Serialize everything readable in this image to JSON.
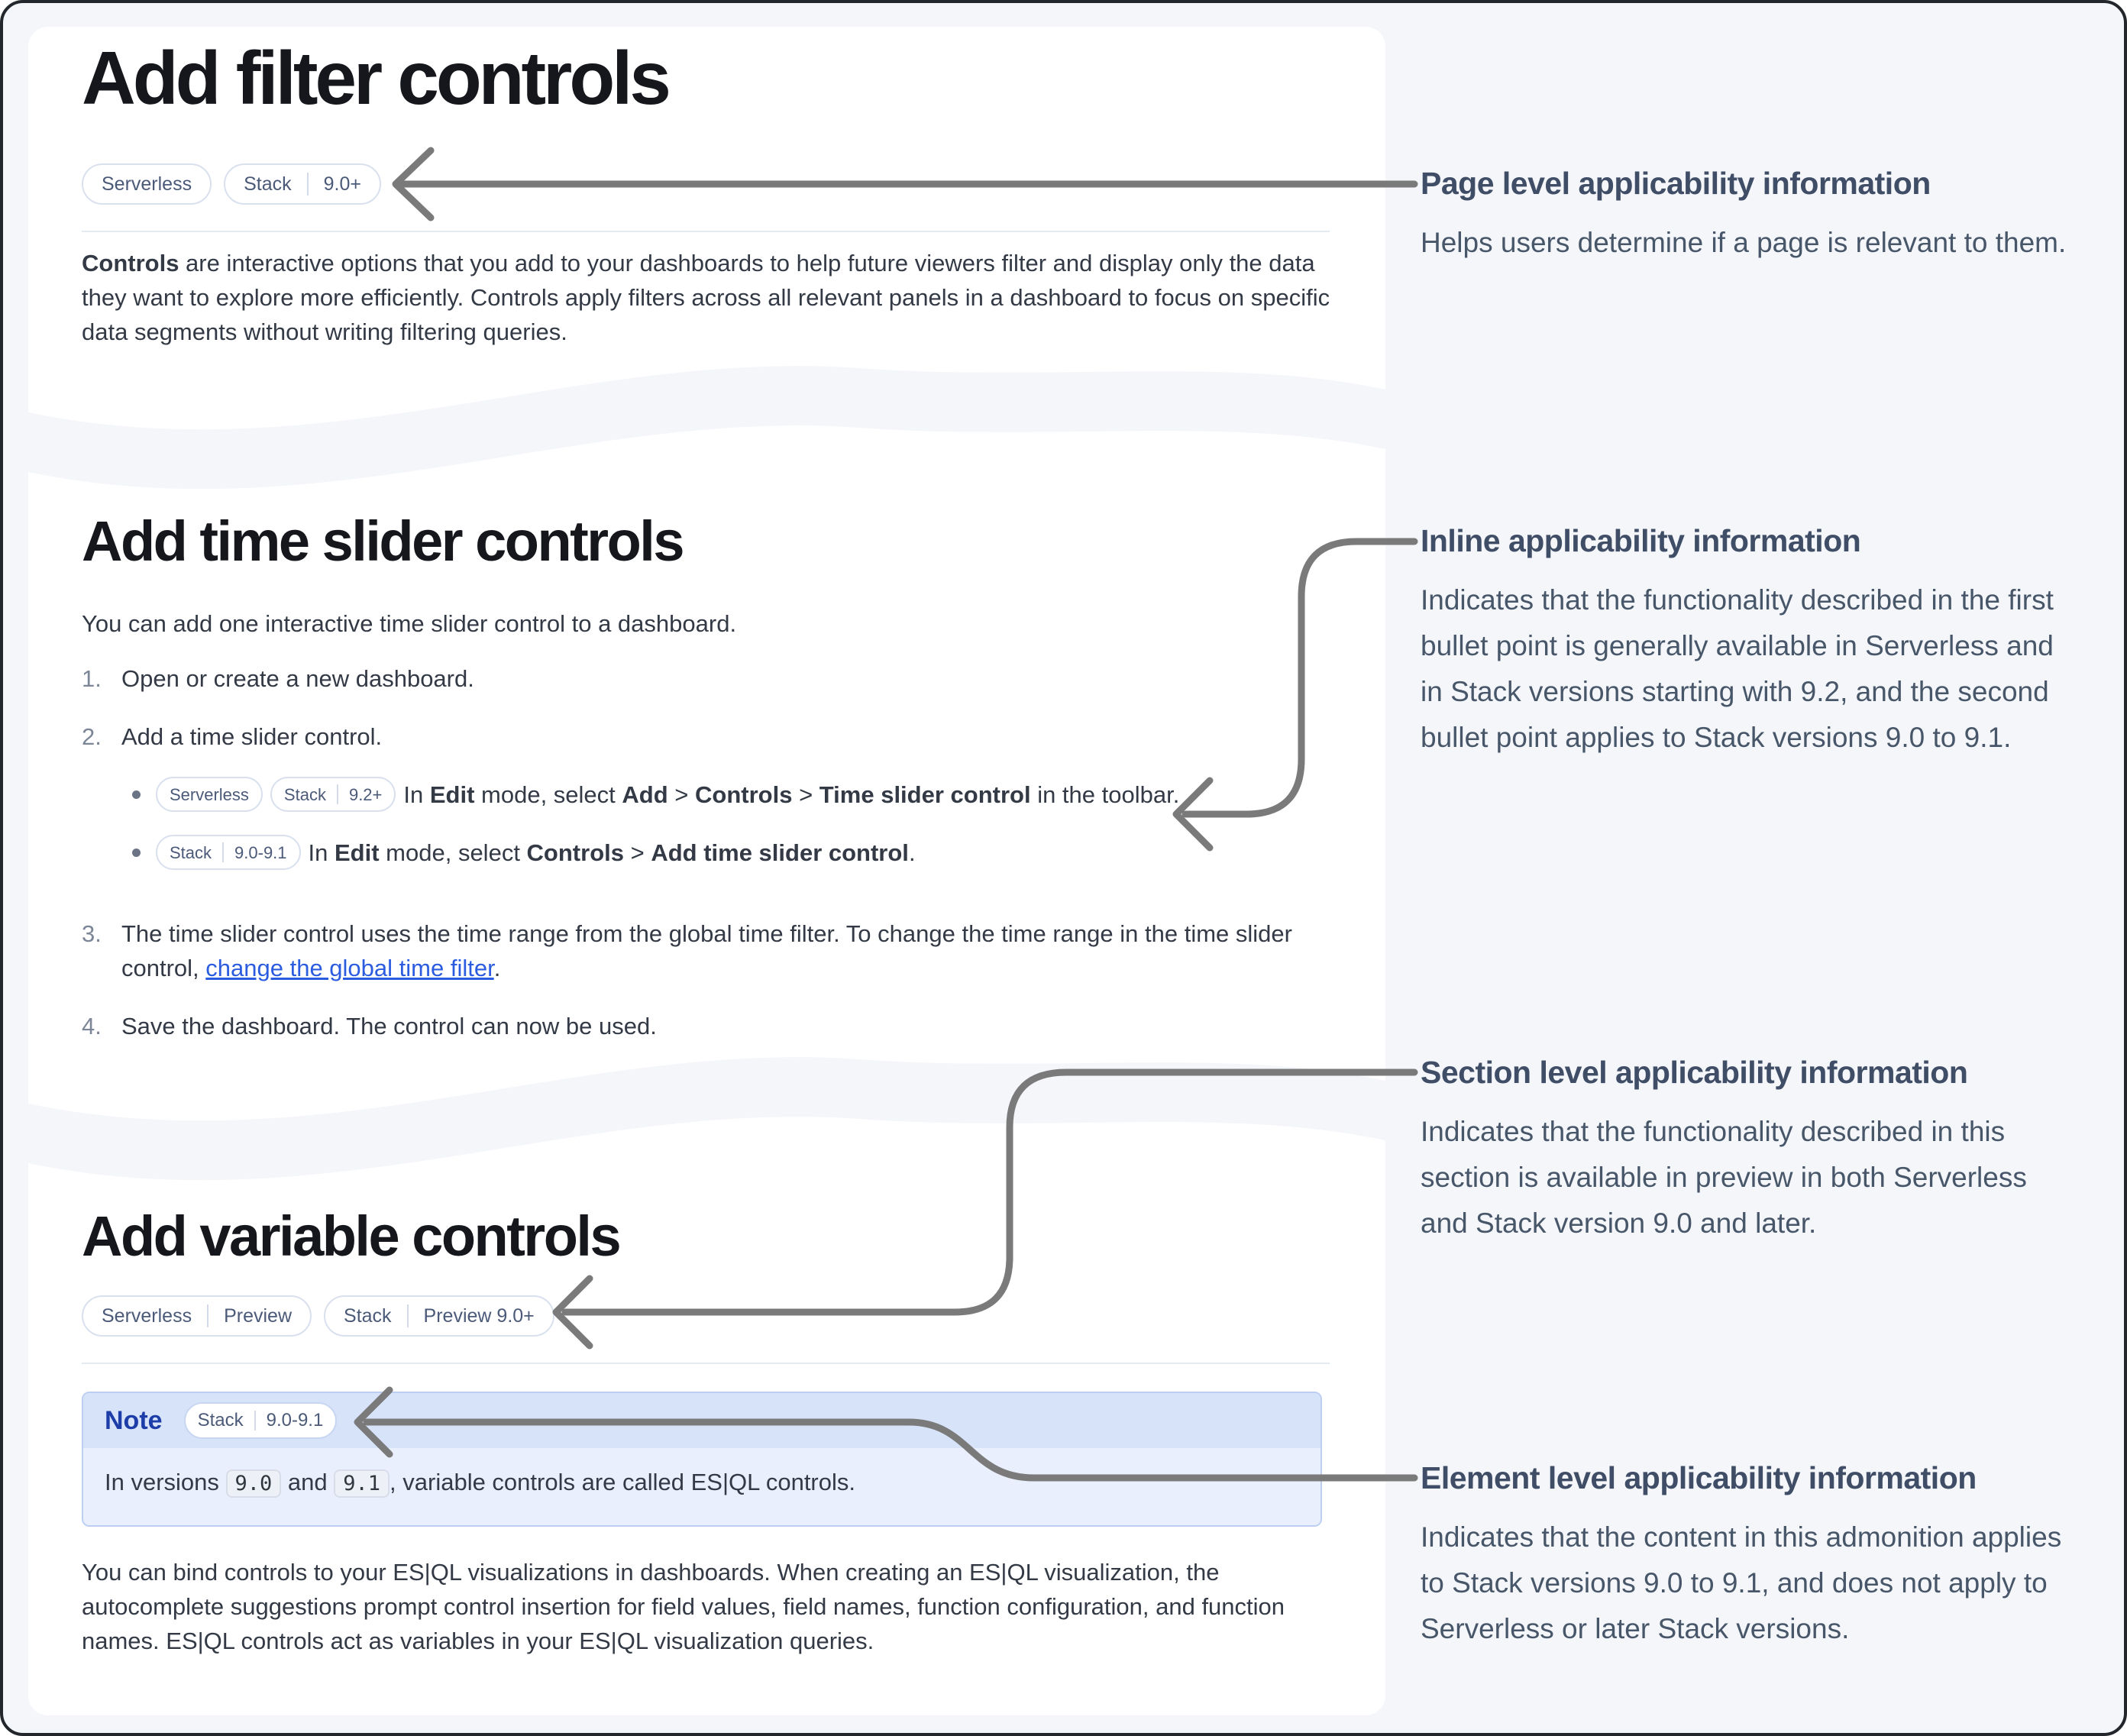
{
  "colors": {
    "page_bg": "#f4f6fa",
    "card_bg": "#ffffff",
    "heading": "#15171c",
    "body_text": "#333a46",
    "badge_border": "#d9e0ee",
    "badge_text": "#4b5a78",
    "link": "#2b5ce0",
    "arrow": "#7a7a7a",
    "annotation_text": "#475669",
    "note_border": "#bccff2",
    "note_header_bg": "#d7e3f9",
    "note_body_bg": "#e9effc",
    "note_label_color": "#1d3ea9"
  },
  "card1": {
    "title": "Add filter controls",
    "badges": [
      {
        "parts": [
          "Serverless"
        ]
      },
      {
        "parts": [
          "Stack",
          "9.0+"
        ]
      }
    ],
    "paragraph": [
      {
        "t": "Controls",
        "b": true
      },
      {
        "t": " are interactive options that you add to your dashboards to help future viewers filter and display only the data they want to explore more efficiently. Controls apply filters across all relevant panels in a dashboard to focus on specific data segments without writing filtering queries."
      }
    ]
  },
  "card2": {
    "title": "Add time slider controls",
    "intro": "You can add one interactive time slider control to a dashboard.",
    "steps": [
      {
        "num": "1.",
        "segments": [
          {
            "t": "Open or create a new dashboard."
          }
        ]
      },
      {
        "num": "2.",
        "segments": [
          {
            "t": "Add a time slider control."
          }
        ],
        "bullets": [
          {
            "badges": [
              {
                "parts": [
                  "Serverless"
                ]
              },
              {
                "parts": [
                  "Stack",
                  "9.2+"
                ]
              }
            ],
            "segments": [
              {
                "t": "In "
              },
              {
                "t": "Edit",
                "b": true
              },
              {
                "t": " mode, select "
              },
              {
                "t": "Add",
                "b": true
              },
              {
                "t": " > "
              },
              {
                "t": "Controls",
                "b": true
              },
              {
                "t": " > "
              },
              {
                "t": "Time slider control",
                "b": true
              },
              {
                "t": " in the toolbar."
              }
            ]
          },
          {
            "badges": [
              {
                "parts": [
                  "Stack",
                  "9.0-9.1"
                ]
              }
            ],
            "segments": [
              {
                "t": "In "
              },
              {
                "t": "Edit",
                "b": true
              },
              {
                "t": " mode, select "
              },
              {
                "t": "Controls",
                "b": true
              },
              {
                "t": " > "
              },
              {
                "t": "Add time slider control",
                "b": true
              },
              {
                "t": "."
              }
            ]
          }
        ]
      },
      {
        "num": "3.",
        "segments": [
          {
            "t": "The time slider control uses the time range from the global time filter. To change the time range in the time slider control, "
          },
          {
            "t": "change the global time filter",
            "link": true
          },
          {
            "t": "."
          }
        ]
      },
      {
        "num": "4.",
        "segments": [
          {
            "t": "Save the dashboard. The control can now be used."
          }
        ]
      }
    ]
  },
  "card3": {
    "title": "Add variable controls",
    "badges": [
      {
        "parts": [
          "Serverless",
          "Preview"
        ]
      },
      {
        "parts": [
          "Stack",
          "Preview 9.0+"
        ]
      }
    ],
    "note": {
      "label": "Note",
      "badge": {
        "parts": [
          "Stack",
          "9.0-9.1"
        ]
      },
      "body": [
        {
          "t": "In versions "
        },
        {
          "t": "9.0",
          "code": true
        },
        {
          "t": " and "
        },
        {
          "t": "9.1",
          "code": true
        },
        {
          "t": ", variable controls are called ES|QL controls."
        }
      ]
    },
    "paragraph": [
      {
        "t": "You can bind controls to your ES|QL visualizations in dashboards. When creating an ES|QL visualization, the autocomplete suggestions prompt control insertion for field values, field names, function configuration, and function names. ES|QL controls act as variables in your ES|QL visualization queries."
      }
    ]
  },
  "annotations": [
    {
      "title": "Page level applicability information",
      "body": "Helps users determine if a page is relevant to them."
    },
    {
      "title": "Inline applicability information",
      "body": "Indicates that the functionality described in the first bullet point is generally available in Serverless and in Stack versions starting with 9.2, and the second bullet point applies to Stack versions 9.0 to 9.1."
    },
    {
      "title": "Section level applicability information",
      "body": "Indicates that the functionality described in this section is available in preview in both Serverless and Stack version 9.0 and later."
    },
    {
      "title": "Element level applicability information",
      "body": "Indicates that the content in this admonition applies to Stack versions 9.0 to 9.1, and does not apply to Serverless or later Stack versions."
    }
  ]
}
